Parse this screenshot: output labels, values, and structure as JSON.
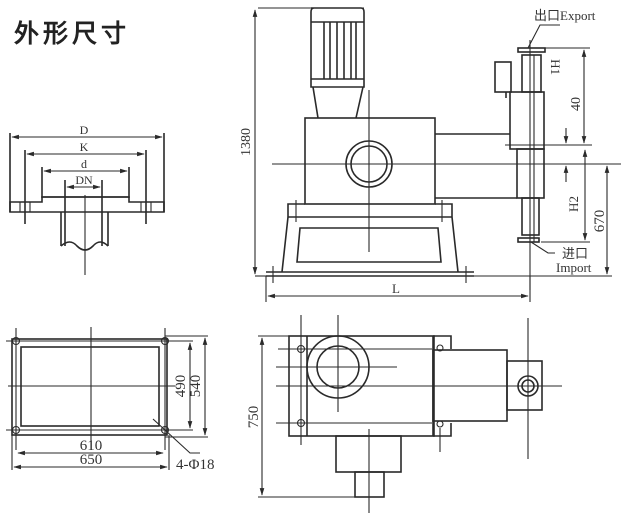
{
  "title": "外形尺寸",
  "colors": {
    "line": "#2a2a2a",
    "text": "#333333",
    "background": "#ffffff"
  },
  "flange_view": {
    "labels": {
      "outer_diameter": "D",
      "bolt_circle": "K",
      "face_diameter": "d",
      "nominal_diameter": "DN"
    }
  },
  "base_plan_view": {
    "dim_inner_width": "610",
    "dim_outer_width": "650",
    "dim_inner_depth": "490",
    "dim_outer_depth": "540",
    "bolt_holes": "4-Φ18"
  },
  "front_view": {
    "dim_total_height": "1380",
    "dim_length": "L",
    "dim_h1": "H1",
    "dim_40": "40",
    "dim_h2": "H2",
    "dim_670": "670",
    "outlet_label": "出口Export",
    "inlet_label_cn": "进口",
    "inlet_label_en": "Import"
  },
  "top_view": {
    "dim_depth": "750"
  }
}
